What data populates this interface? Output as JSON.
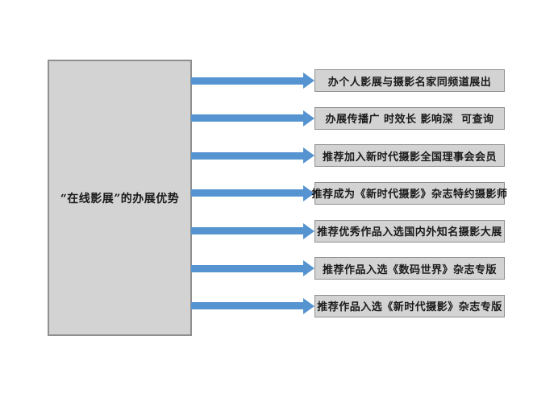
{
  "diagram": {
    "root": {
      "label": "“在线影展”的办展优势"
    },
    "items": [
      {
        "label": "办个人影展与摄影名家同频道展出"
      },
      {
        "label": "办展传播广 时效长 影响深  可查询"
      },
      {
        "label": "推荐加入新时代摄影全国理事会会员"
      },
      {
        "label": "推荐成为《新时代摄影》杂志特约摄影师"
      },
      {
        "label": "推荐优秀作品入选国内外知名摄影大展"
      },
      {
        "label": "推荐作品入选《数码世界》杂志专版"
      },
      {
        "label": "推荐作品入选《新时代摄影》杂志专版"
      }
    ],
    "colors": {
      "arrow": "#5694d1",
      "box_fill": "#d3d3d3",
      "box_border": "#8f8f8f",
      "text": "#1a1a1a",
      "background": "#ffffff"
    }
  }
}
